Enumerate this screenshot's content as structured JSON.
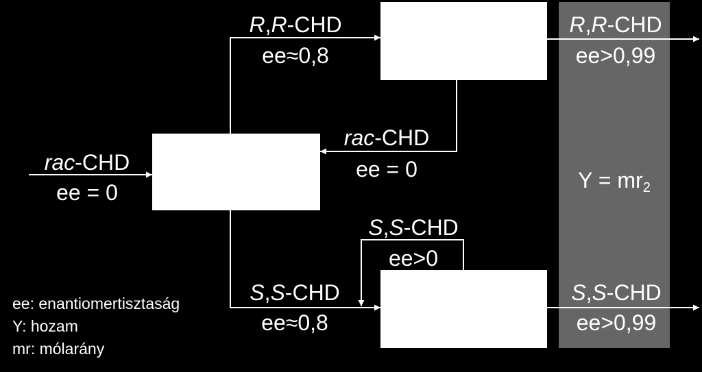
{
  "colors": {
    "background": "#000000",
    "box_fill": "#ffffff",
    "band_fill": "#666666",
    "line": "#ffffff",
    "text": "#ffffff"
  },
  "streams": {
    "feed": {
      "prefix": "rac",
      "suffix": "-CHD",
      "ee": "ee = 0"
    },
    "rr_mid": {
      "prefix1": "R",
      "sep": ",",
      "prefix2": "R",
      "suffix": "-CHD",
      "ee": "ee≈0,8"
    },
    "rr_out": {
      "prefix1": "R",
      "sep": ",",
      "prefix2": "R",
      "suffix": "-CHD",
      "ee": "ee>0,99"
    },
    "recycle": {
      "prefix": "rac",
      "suffix": "-CHD",
      "ee": "ee = 0"
    },
    "ss_loop": {
      "prefix1": "S",
      "sep": ",",
      "prefix2": "S",
      "suffix": "-CHD",
      "ee": "ee>0"
    },
    "ss_mid": {
      "prefix1": "S",
      "sep": ",",
      "prefix2": "S",
      "suffix": "-CHD",
      "ee": "ee≈0,8"
    },
    "ss_out": {
      "prefix1": "S",
      "sep": ",",
      "prefix2": "S",
      "suffix": "-CHD",
      "ee": "ee>0,99"
    }
  },
  "yield_label": {
    "main": "Y = mr",
    "sub": "2"
  },
  "legend": [
    "ee: enantiomertisztaság",
    "Y: hozam",
    "mr: mólarány"
  ]
}
